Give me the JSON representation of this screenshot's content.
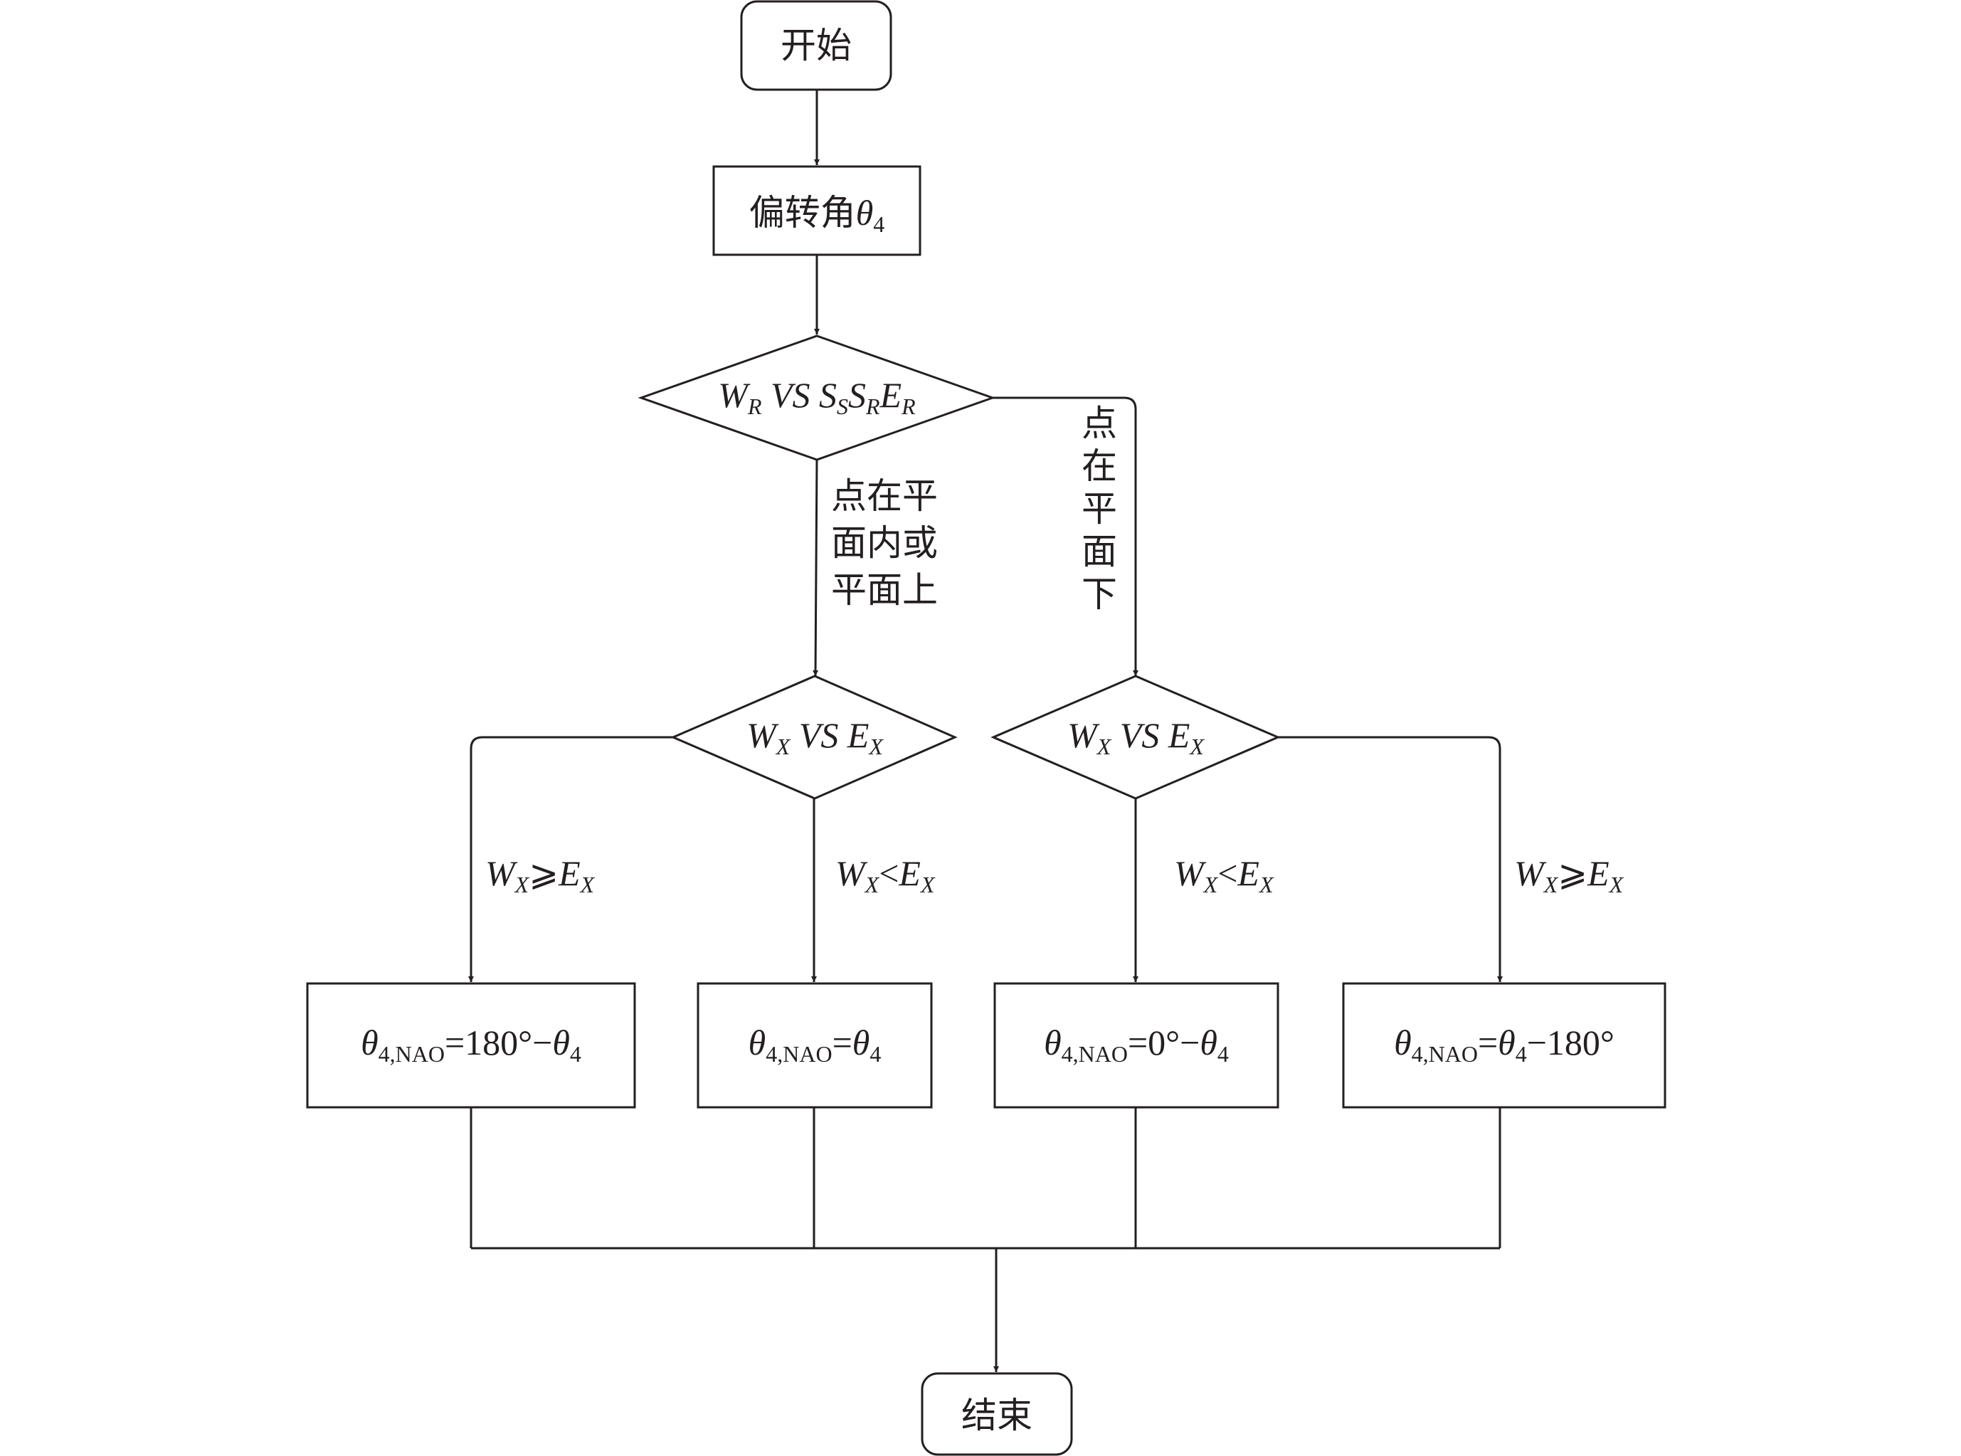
{
  "nodes": {
    "start": "开始",
    "deflection": {
      "text": "偏转角",
      "var": "θ",
      "sub": "4"
    },
    "decision_plane": {
      "W": "W",
      "W_sub": "R",
      "vs": " VS ",
      "S1": "S",
      "S1_sub": "S",
      "S2": "S",
      "S2_sub": "R",
      "E": "E",
      "E_sub": "R"
    },
    "decision_left": {
      "W": "W",
      "W_sub": "X",
      "vs": " VS ",
      "E": "E",
      "E_sub": "X"
    },
    "decision_right": {
      "W": "W",
      "W_sub": "X",
      "vs": " VS ",
      "E": "E",
      "E_sub": "X"
    },
    "box1": {
      "theta": "θ",
      "sub": "4,NAO",
      "eq": "=180°−",
      "theta2": "θ",
      "sub2": "4"
    },
    "box2": {
      "theta": "θ",
      "sub": "4,NAO",
      "eq": "=",
      "theta2": "θ",
      "sub2": "4"
    },
    "box3": {
      "theta": "θ",
      "sub": "4,NAO",
      "eq": "=0°−",
      "theta2": "θ",
      "sub2": "4"
    },
    "box4": {
      "theta": "θ",
      "sub": "4,NAO",
      "eq": "=",
      "theta2": "θ",
      "sub2": "4",
      "tail": "−180°"
    },
    "end": "结束"
  },
  "edge_labels": {
    "in_or_on_plane": [
      "点在平",
      "面内或",
      "平面上"
    ],
    "below_plane": [
      "点",
      "在",
      "平",
      "面",
      "下"
    ],
    "left_ge": {
      "W": "W",
      "W_sub": "X",
      "op": "⩾",
      "E": "E",
      "E_sub": "X"
    },
    "left_lt": {
      "W": "W",
      "W_sub": "X",
      "op": "<",
      "E": "E",
      "E_sub": "X"
    },
    "right_lt": {
      "W": "W",
      "W_sub": "X",
      "op": "<",
      "E": "E",
      "E_sub": "X"
    },
    "right_ge": {
      "W": "W",
      "W_sub": "X",
      "op": "⩾",
      "E": "E",
      "E_sub": "X"
    }
  }
}
